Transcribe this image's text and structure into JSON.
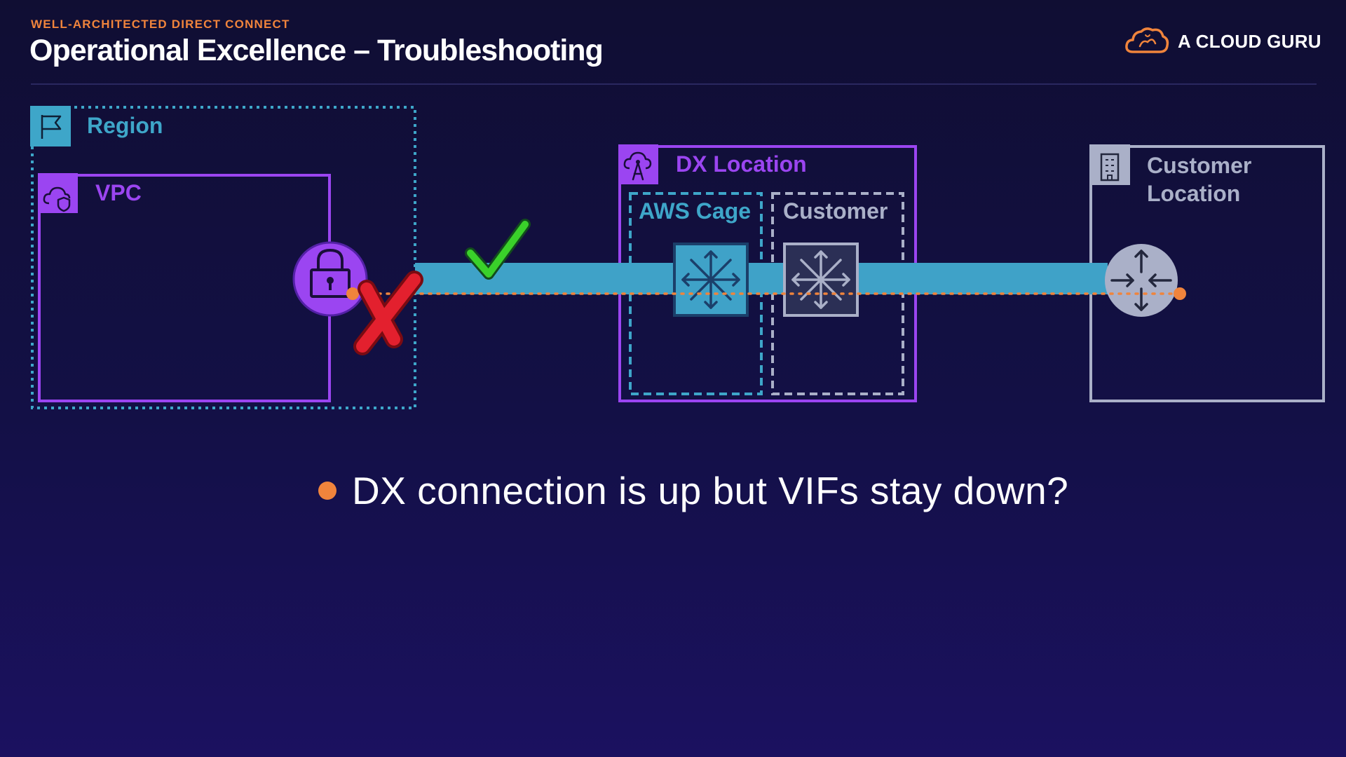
{
  "header": {
    "eyebrow": "WELL-ARCHITECTED DIRECT CONNECT",
    "title": "Operational Excellence – Troubleshooting"
  },
  "brand": {
    "name": "A CLOUD GURU",
    "icon": "cloud-logo-icon",
    "accent_color": "#f0843c"
  },
  "diagram": {
    "region_label": "Region",
    "vpc_label": "VPC",
    "dx_location_label": "DX Location",
    "aws_cage_label": "AWS Cage",
    "customer_cage_label": "Customer",
    "customer_location_label": "Customer Location",
    "status": {
      "physical_connection": "up",
      "virtual_interface": "down"
    },
    "icons": [
      "flag-icon",
      "cloud-shield-icon",
      "cloud-tower-icon",
      "building-icon",
      "vpn-gateway-lock-icon",
      "router-icon",
      "check-mark-icon",
      "cross-mark-icon"
    ],
    "colors": {
      "region": "#3ea6c9",
      "vpc": "#9b45f1",
      "dx_location": "#9b45f1",
      "customer": "#aab0c8",
      "link": "#3fa2c8",
      "vif": "#f0843c",
      "ok": "#3ad12a",
      "fail": "#e3202e"
    }
  },
  "bullets": [
    "DX connection is up but VIFs stay down?"
  ]
}
